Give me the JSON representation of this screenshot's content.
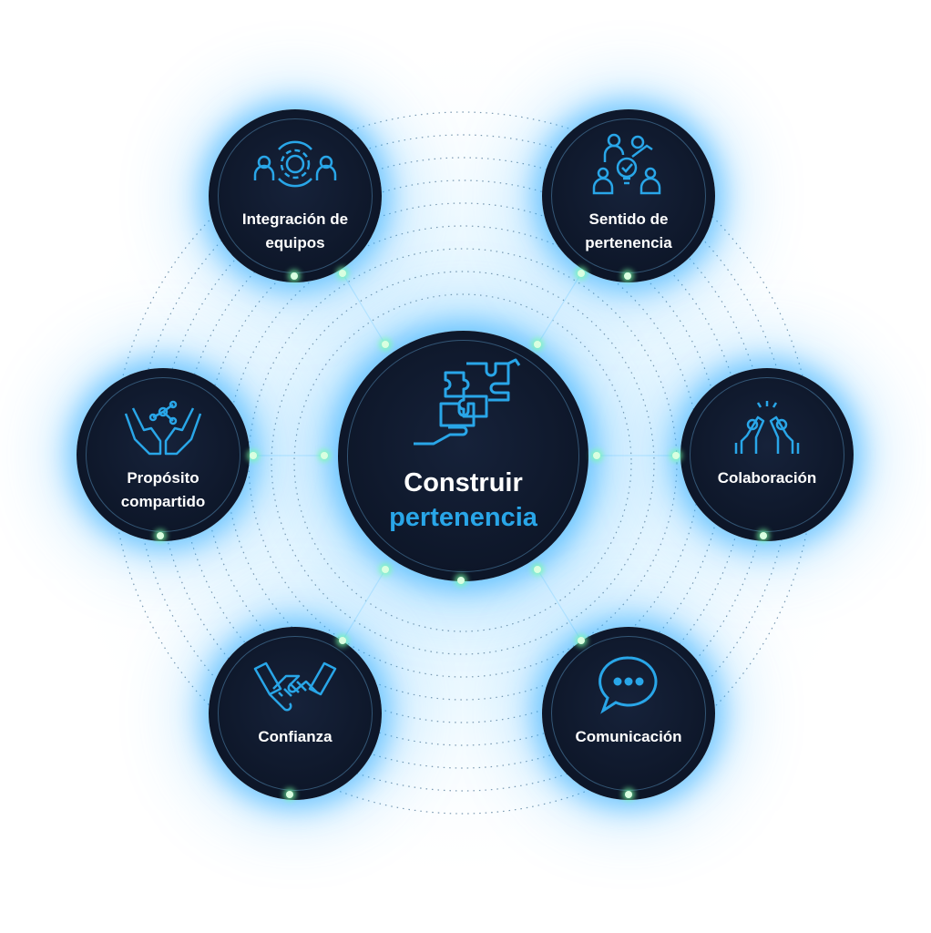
{
  "center": {
    "title_line1": "Construir",
    "title_line2": "pertenencia",
    "icon": "puzzle-hand-icon"
  },
  "nodes": [
    {
      "id": "integracion",
      "line1": "Integración de",
      "line2": "equipos",
      "icon": "team-gear-icon"
    },
    {
      "id": "sentido",
      "line1": "Sentido de",
      "line2": "pertenencia",
      "icon": "group-idea-icon"
    },
    {
      "id": "proposito",
      "line1": "Propósito",
      "line2": "compartido",
      "icon": "hands-network-icon"
    },
    {
      "id": "colaboracion",
      "line1": "Colaboración",
      "line2": "",
      "icon": "high-five-icon"
    },
    {
      "id": "confianza",
      "line1": "Confianza",
      "line2": "",
      "icon": "handshake-icon"
    },
    {
      "id": "comunicacion",
      "line1": "Comunicación",
      "line2": "",
      "icon": "chat-bubble-icon"
    }
  ],
  "colors": {
    "node_bg": "#0d1628",
    "accent_blue": "#29a6e8",
    "glow": "#28aaff",
    "dot": "#d9ffe0"
  }
}
